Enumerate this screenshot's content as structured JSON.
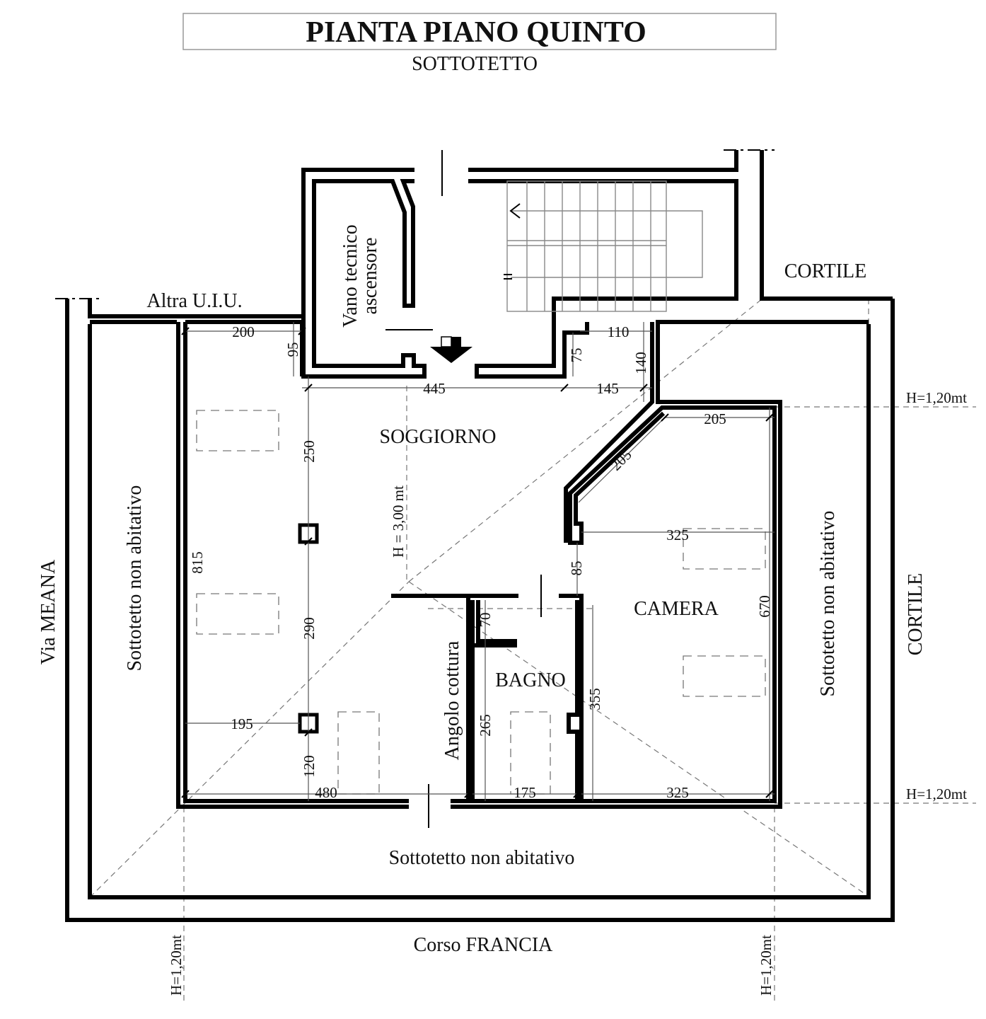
{
  "title": "PIANTA PIANO QUINTO",
  "subtitle": "SOTTOTETTO",
  "rooms": {
    "soggiorno": "SOGGIORNO",
    "camera": "CAMERA",
    "bagno": "BAGNO",
    "angolo_cottura": "Angolo cottura",
    "vano_tecnico_1": "Vano tecnico",
    "vano_tecnico_2": "ascensore",
    "sottotetto_left": "Sottotetto non abitativo",
    "sottotetto_right": "Sottotetto non abitativo",
    "sottotetto_bottom": "Sottotetto non abitativo",
    "altra_uiu": "Altra U.I.U."
  },
  "streets": {
    "left": "Via MEANA",
    "bottom": "Corso FRANCIA",
    "right": "CORTILE",
    "top_right": "CORTILE"
  },
  "heights": {
    "center": "H = 3,00 mt",
    "right_top": "H=1,20mt",
    "right_bottom": "H=1,20mt",
    "bottom_left": "H=1,20mt",
    "bottom_right": "H=1,20mt"
  },
  "dimensions": {
    "d200": "200",
    "d95": "95",
    "d445": "445",
    "d145": "145",
    "d110": "110",
    "d75": "75",
    "d140": "140",
    "d250": "250",
    "d815": "815",
    "d290": "290",
    "d195": "195",
    "d120": "120",
    "d480": "480",
    "d205_top": "205",
    "d205_diag": "205",
    "d325_mid": "325",
    "d85": "85",
    "d670": "670",
    "d70": "70",
    "d265": "265",
    "d355": "355",
    "d175": "175",
    "d325_bottom": "325"
  }
}
